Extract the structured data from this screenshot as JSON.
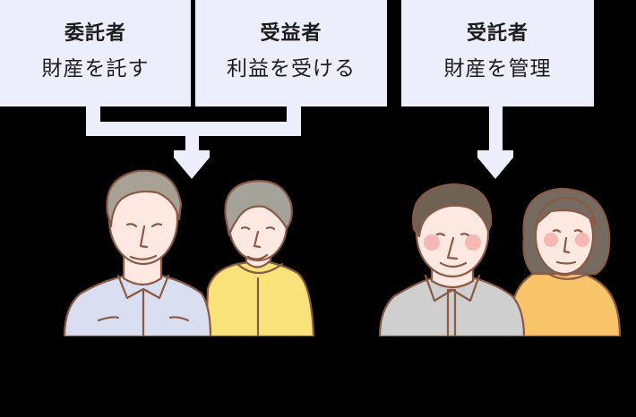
{
  "roles": [
    {
      "id": "settlor",
      "title": "委託者",
      "subtitle": "財産を託す"
    },
    {
      "id": "beneficiary",
      "title": "受益者",
      "subtitle": "利益を受ける"
    },
    {
      "id": "trustee",
      "title": "受託者",
      "subtitle": "財産を管理"
    }
  ],
  "colors": {
    "box_bg": "#eceffb",
    "text": "#1c1c1c",
    "background": "#000000",
    "outline": "#8a5a44",
    "shirt_blue": "#d9def0",
    "cardigan_yellow": "#f9e27a",
    "shirt_gray": "#cfcfcf",
    "sweater_orange": "#f7c46a"
  },
  "illustrations": [
    {
      "id": "elderly-couple",
      "description": "elderly man and woman (settlor and beneficiary)"
    },
    {
      "id": "middle-aged-couple",
      "description": "middle-aged man and woman (trustee)"
    }
  ]
}
